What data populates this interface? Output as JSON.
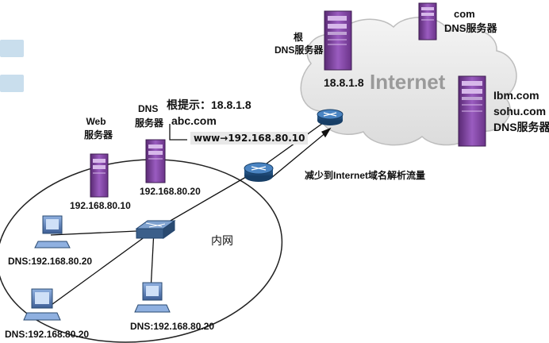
{
  "internet": {
    "label": "Internet",
    "root_ip": "18.8.1.8"
  },
  "root_dns": {
    "line1": "根",
    "line2": "DNS服务器"
  },
  "com_dns": {
    "line1": "com",
    "line2": "DNS服务器"
  },
  "right_dns": {
    "line1": "Ibm.com",
    "line2": "sohu.com",
    "line3": "DNS服务器"
  },
  "web_server": {
    "line1": "Web",
    "line2": "服务器",
    "ip": "192.168.80.10"
  },
  "local_dns": {
    "line1": "DNS",
    "line2": "服务器",
    "ip": "192.168.80.20"
  },
  "zone_info": {
    "root_hint": "根提示：18.8.1.8",
    "zone": "abc.com",
    "record": "www→192.168.80.10"
  },
  "note": "减少到Internet域名解析流量",
  "intranet_label": "内网",
  "clients": {
    "left_top": "DNS:192.168.80.20",
    "left_bottom": "DNS:192.168.80.20",
    "bottom": "DNS:192.168.80.20"
  },
  "colors": {
    "server_purple": "#7b3f98",
    "cloud_fill": "#e8e8e8",
    "router_blue": "#1f4e79",
    "switch_blue": "#3b5f8a",
    "pc_blue": "#5b7fb5"
  }
}
